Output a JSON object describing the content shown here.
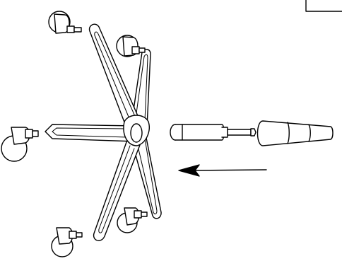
{
  "diagram": {
    "kind": "assembly-illustration",
    "components": [
      {
        "id": "star-base",
        "icon": "five-star-chair-base"
      },
      {
        "id": "caster-top-left",
        "icon": "caster-wheel"
      },
      {
        "id": "caster-top-right",
        "icon": "caster-wheel"
      },
      {
        "id": "caster-left",
        "icon": "caster-wheel"
      },
      {
        "id": "caster-bottom-left",
        "icon": "caster-wheel"
      },
      {
        "id": "caster-bottom-right",
        "icon": "caster-wheel"
      },
      {
        "id": "gas-lift-cylinder",
        "icon": "gas-cylinder"
      },
      {
        "id": "cylinder-cover",
        "icon": "telescopic-cover"
      },
      {
        "id": "direction-arrow",
        "icon": "arrow-left-icon"
      }
    ],
    "colors": {
      "line": "#000000",
      "background": "#ffffff"
    }
  }
}
